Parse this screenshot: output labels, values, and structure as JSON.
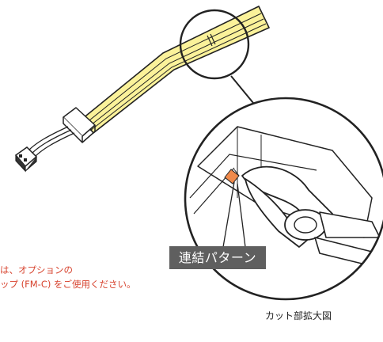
{
  "labels": {
    "connection_pattern": "連結パターン",
    "note_line1": "は、オプションの",
    "note_line2": "ップ (FM-C) をご使用ください。",
    "caption": "カット部拡大図"
  },
  "colors": {
    "tape_fill": "#fbf29a",
    "line": "#222222",
    "accent_text": "#d7432e",
    "label_bg": "#5f5f5f",
    "cut_mark": "#f08a4b"
  },
  "icons": {
    "connector": "connector-block-icon",
    "plug": "plug-icon",
    "cutter": "nippers-icon"
  }
}
